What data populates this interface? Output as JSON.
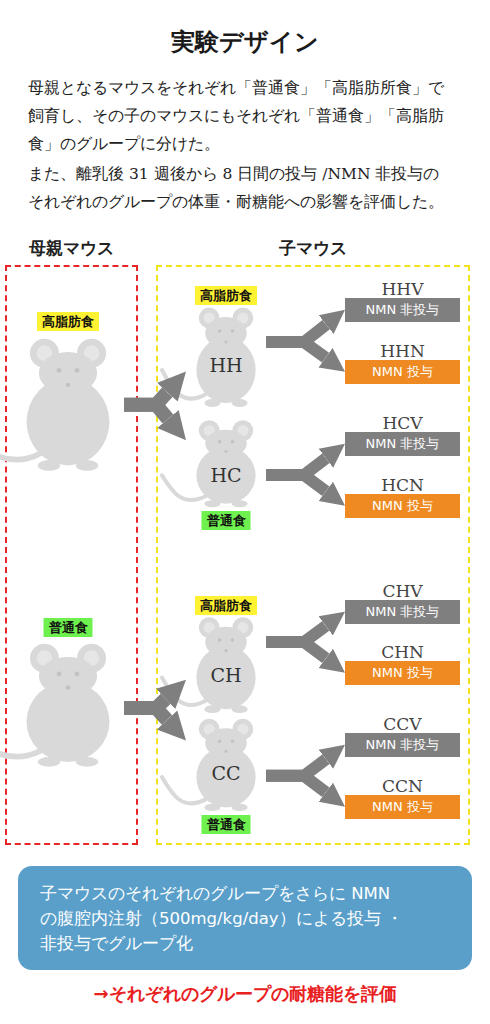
{
  "diagram": {
    "title": "実験デザイン",
    "nodes": [
      {
        "text": [
          "母親マウス"
        ]
      },
      {
        "text": [
          "高脂肪食"
        ],
        "in": 0
      },
      {
        "text": [
          "普通食"
        ],
        "in": 0
      },
      {
        "text": [
          "子マウス"
        ]
      },
      {
        "text": [
          "高脂肪食",
          "HH"
        ],
        "in": 3
      },
      {
        "text": [
          "HHV",
          "NMN 非投与"
        ],
        "in": 3
      },
      {
        "text": [
          "HHN",
          "NMN 投与"
        ],
        "in": 3
      },
      {
        "text": [
          "HC",
          "普通食"
        ],
        "in": 3
      },
      {
        "text": [
          "HCV",
          "NMN 非投与"
        ],
        "in": 3
      },
      {
        "text": [
          "HCN",
          "NMN 投与"
        ],
        "in": 3
      },
      {
        "text": [
          "高脂肪食",
          "CH"
        ],
        "in": 3
      },
      {
        "text": [
          "CHV",
          "NMN 非投与"
        ],
        "in": 3
      },
      {
        "text": [
          "CHN",
          "NMN 投与"
        ],
        "in": 3
      },
      {
        "text": [
          "CC",
          "普通食"
        ],
        "in": 3
      },
      {
        "text": [
          "CCV",
          "NMN 非投与"
        ],
        "in": 3
      },
      {
        "text": [
          "CCN",
          "NMN 投与"
        ],
        "in": 3
      },
      {
        "text": [
          "子マウスのそれぞれのグループをさらに NMN の腹腔内注射（500mg/kg/day）による投与 ・非投与でグループ化"
        ]
      }
    ],
    "edges": [
      {
        "from": 1,
        "to": 4,
        "arrow": "to"
      },
      {
        "from": 1,
        "to": 7,
        "arrow": "to"
      },
      {
        "from": 2,
        "to": 10,
        "arrow": "to"
      },
      {
        "from": 2,
        "to": 13,
        "arrow": "to"
      },
      {
        "from": 4,
        "to": 5,
        "arrow": "to"
      },
      {
        "from": 4,
        "to": 6,
        "arrow": "to"
      },
      {
        "from": 7,
        "to": 8,
        "arrow": "to"
      },
      {
        "from": 7,
        "to": 9,
        "arrow": "to"
      },
      {
        "from": 10,
        "to": 11,
        "arrow": "to"
      },
      {
        "from": 10,
        "to": 12,
        "arrow": "to"
      },
      {
        "from": 13,
        "to": 14,
        "arrow": "to"
      },
      {
        "from": 13,
        "to": 15,
        "arrow": "to"
      }
    ],
    "labels": [
      "母親となるマウスをそれぞれ「普通食」「高脂肪所食」で 飼育し、その子のマウスにもそれぞれ「普通食」「高脂肪 食」のグループに分けた。",
      "また、離乳後 31 週後から 8 日間の投与 /NMN 非投与の それぞれのグループの体重・耐糖能への影響を評価した。",
      "→それぞれのグループの耐糖能を評価"
    ]
  }
}
